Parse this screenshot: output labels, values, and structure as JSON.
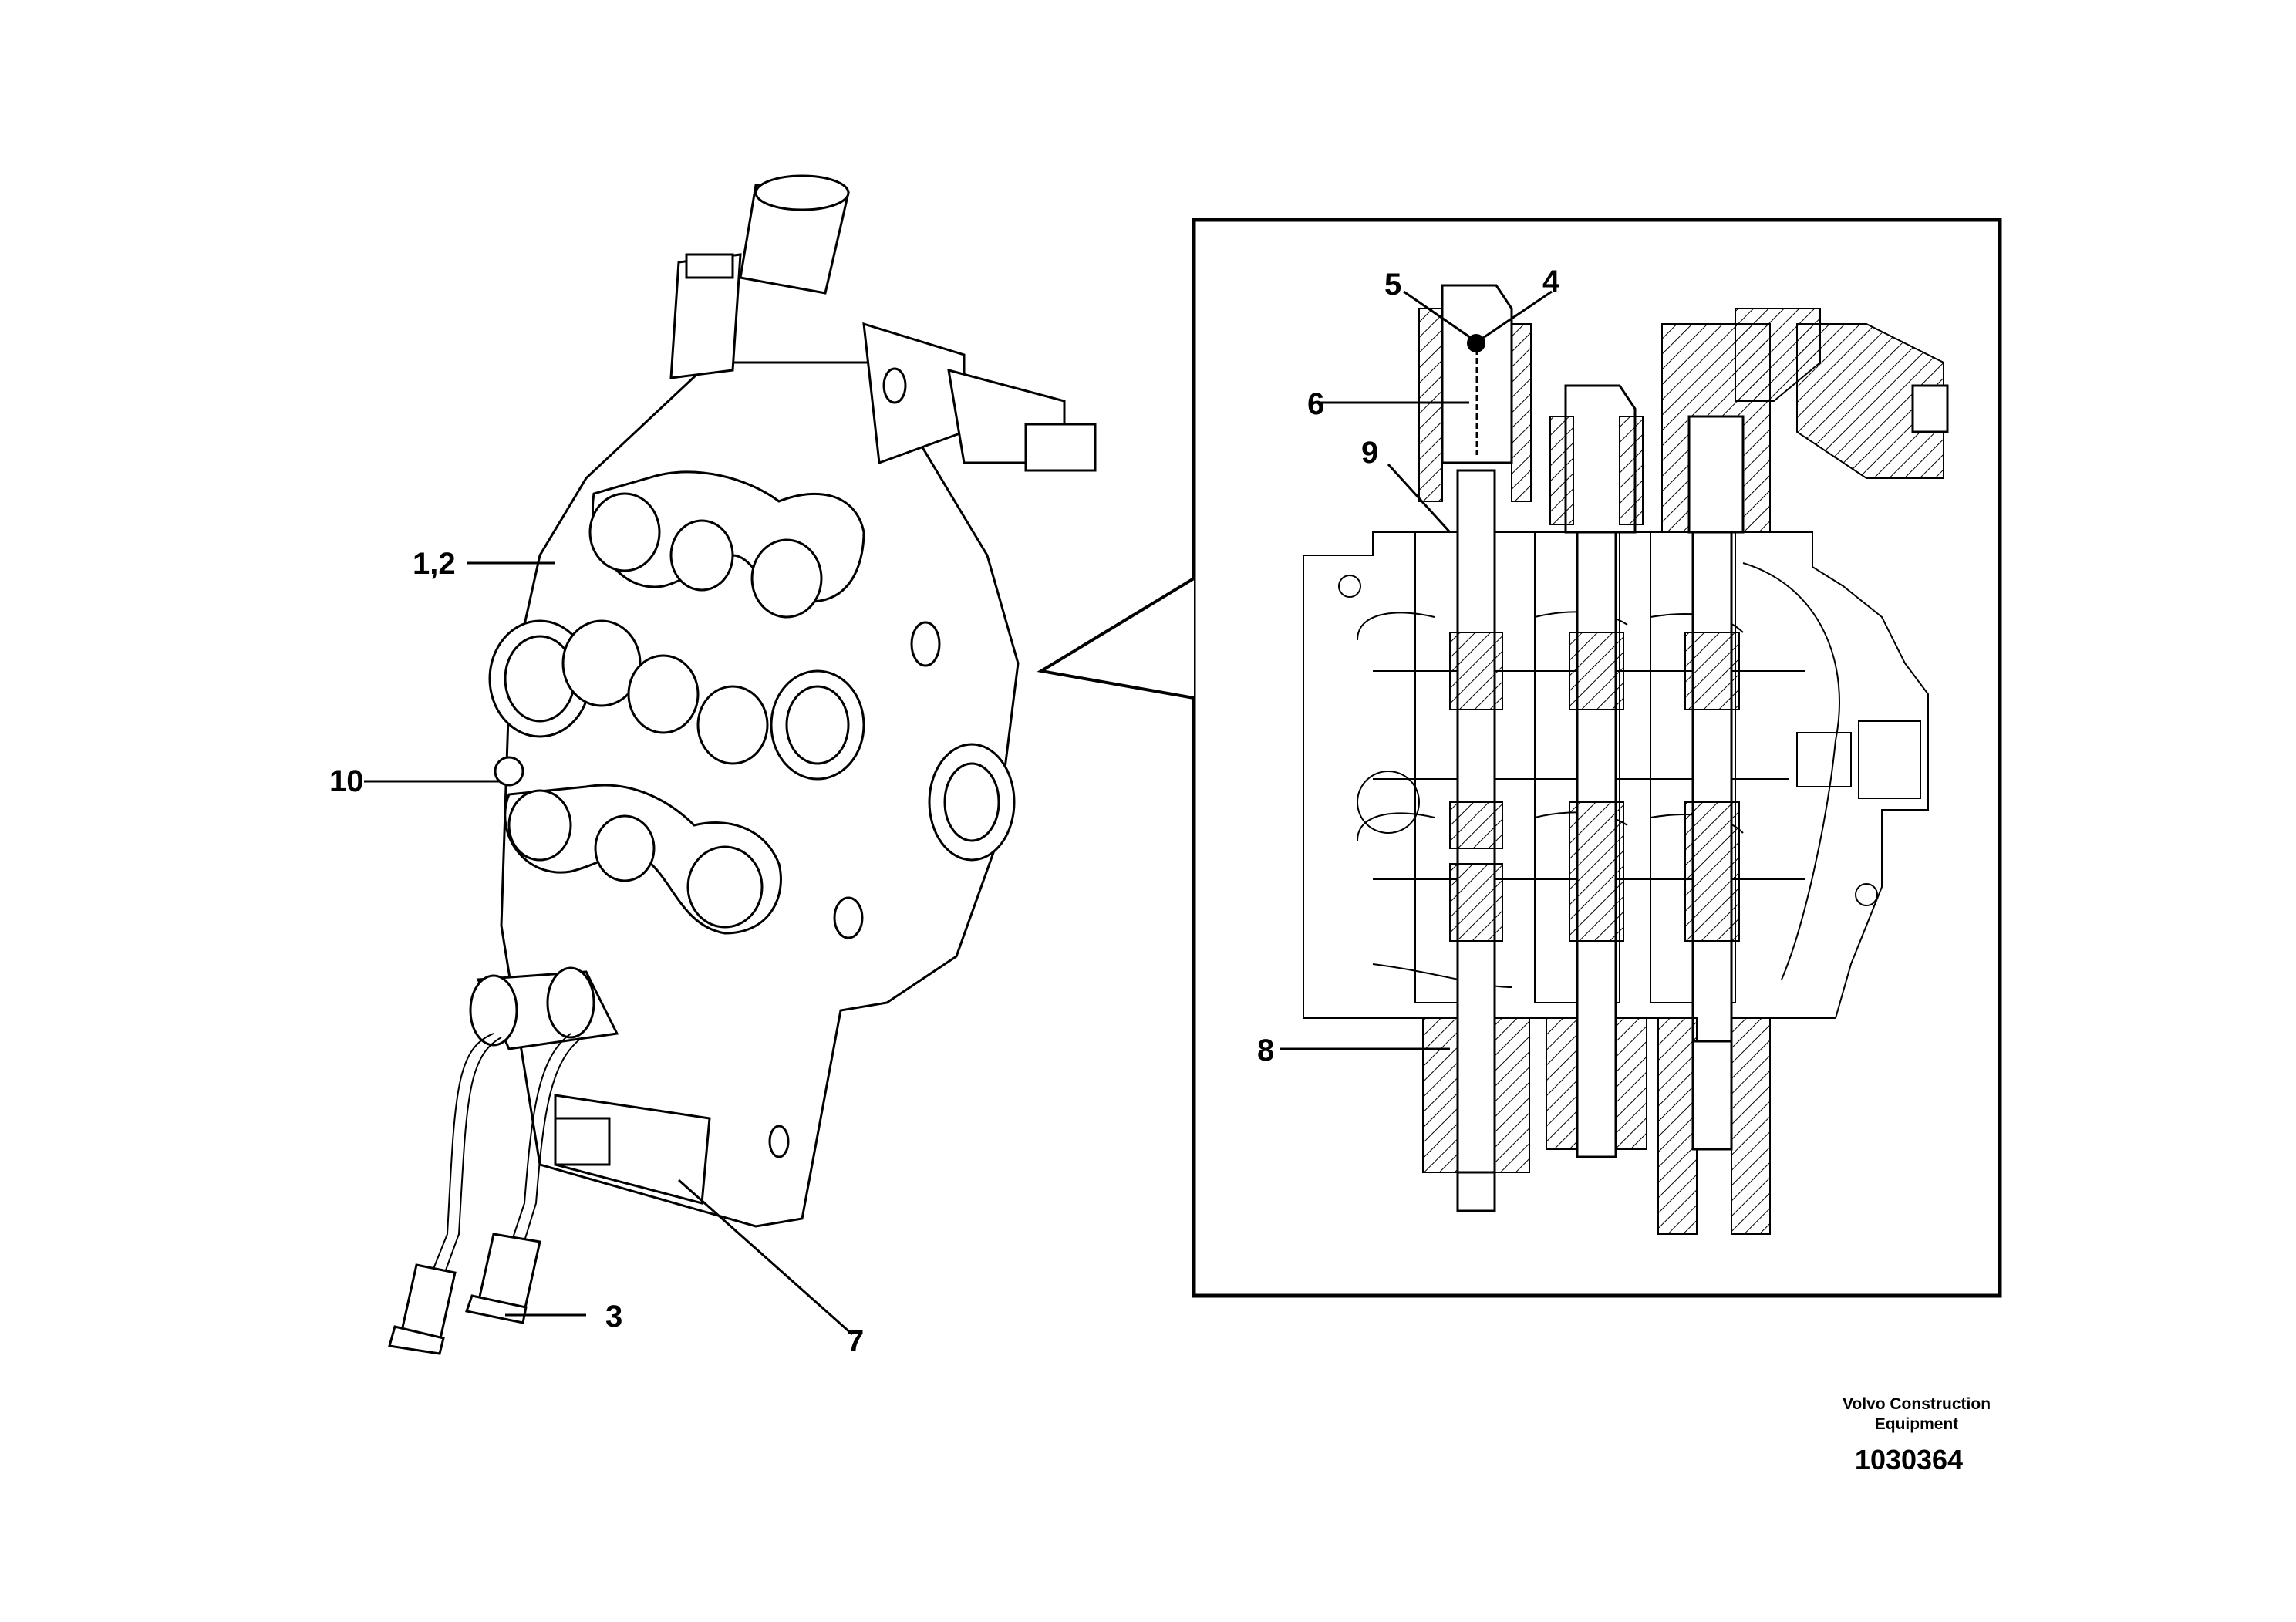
{
  "callouts": [
    "1,2",
    "3",
    "7",
    "10",
    "5",
    "4",
    "6",
    "9",
    "8"
  ],
  "footer": {
    "company_line1": "Volvo Construction",
    "company_line2": "Equipment",
    "drawing_number": "1030364"
  }
}
